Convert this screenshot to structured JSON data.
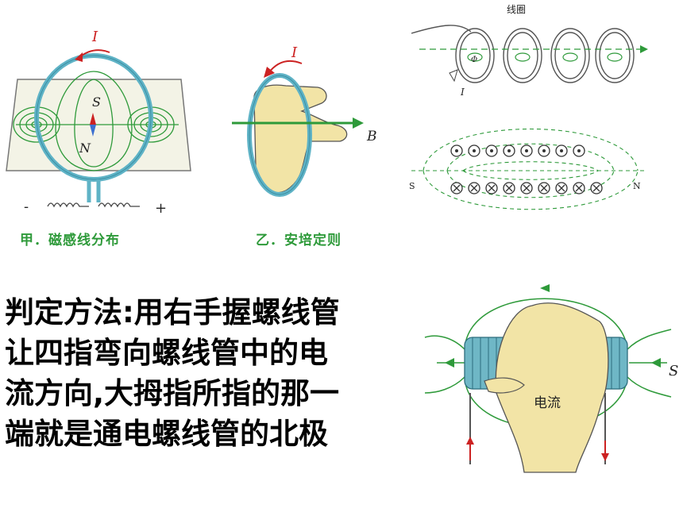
{
  "panel_a": {
    "current_label": "I",
    "south_label": "S",
    "north_label": "N",
    "minus_label": "-",
    "plus_label": "+",
    "caption": "甲．磁感线分布"
  },
  "panel_b": {
    "current_label": "I",
    "field_label": "B",
    "caption": "乙．安培定则"
  },
  "panel_c": {
    "coil_label": "线圈",
    "flux_label": "Φ",
    "current_label": "I"
  },
  "panel_d": {
    "s_label": "S",
    "n_label": "N"
  },
  "method_text": {
    "lines": [
      "判定方法:用右手握螺线管",
      "让四指弯向螺线管中的电",
      "流方向,大拇指所指的那一",
      "端就是通电螺线管的北极"
    ]
  },
  "panel_e": {
    "current_label": "电流",
    "s_label": "S"
  },
  "colors": {
    "field_green": "#2e9a3a",
    "coil_blue": "#5fb3c6",
    "hand_skin": "#f2e4a6",
    "arrow_red": "#cc2222"
  }
}
